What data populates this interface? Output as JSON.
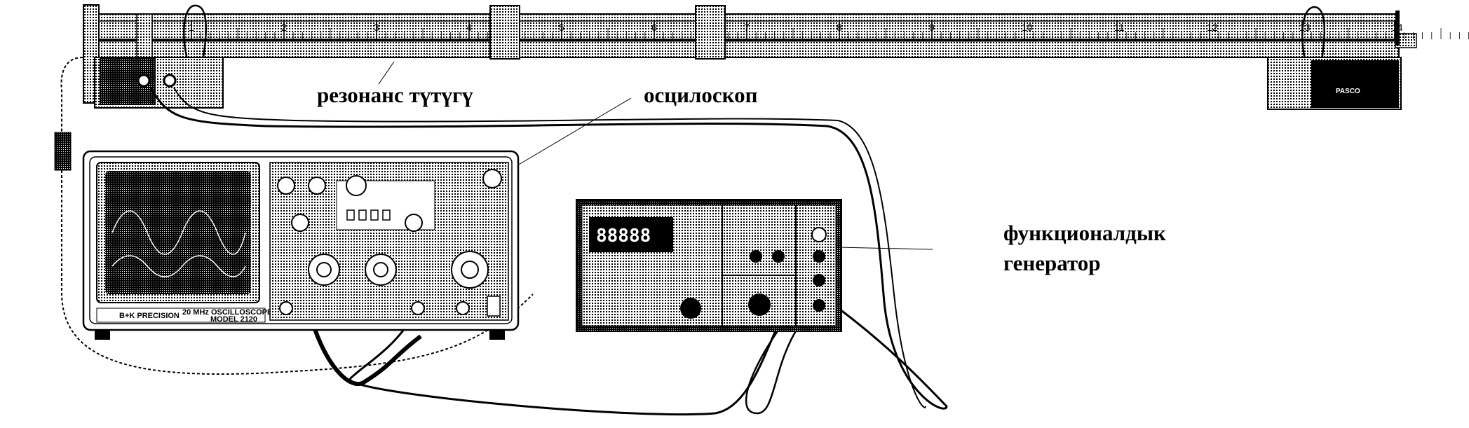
{
  "labels": {
    "resonance_tube": "резонанс түтүгү",
    "oscilloscope": "осцилоскоп",
    "function_generator_line1": "функционалдык",
    "function_generator_line2": "генератор"
  },
  "ruler": {
    "numbers": [
      "1",
      "2",
      "3",
      "4",
      "5",
      "6",
      "7",
      "8",
      "9",
      "10",
      "11",
      "12",
      "13",
      "14"
    ]
  },
  "oscilloscope": {
    "brand": "B+K PRECISION",
    "name": "20 MHz OSCILLOSCOPE",
    "model": "MODEL 2120"
  },
  "function_generator": {
    "display": "88888"
  },
  "resonance_tube_stand": {
    "brand": "PASCO"
  },
  "colors": {
    "ink": "#000000",
    "paper": "#ffffff"
  }
}
